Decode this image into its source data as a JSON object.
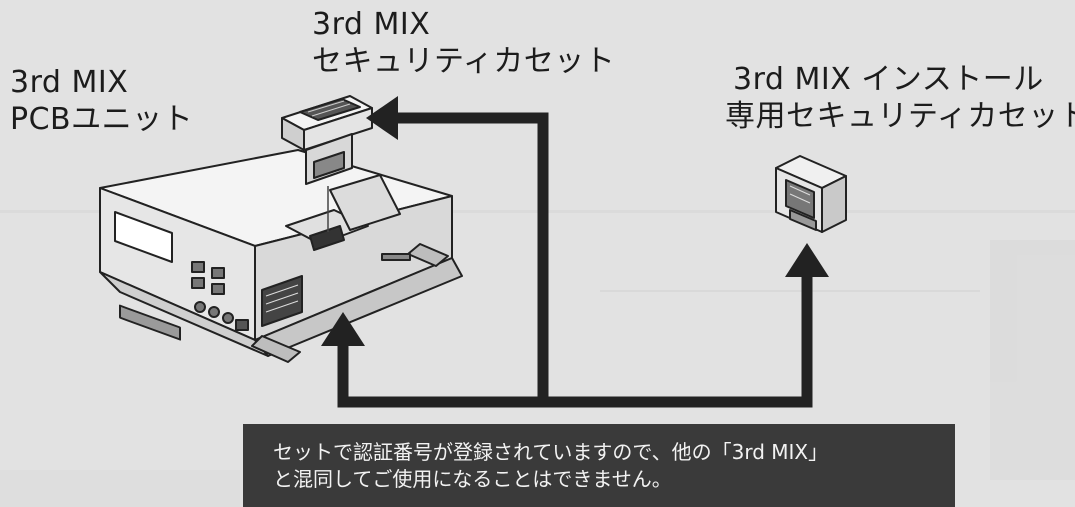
{
  "labels": {
    "pcb_unit": {
      "line1": "3rd MIX",
      "line2": "PCBユニット"
    },
    "security_cassette": {
      "line1": "3rd MIX",
      "line2": "セキュリティカセット"
    },
    "install_cassette": {
      "line1": "3rd MIX インストール",
      "line2": "専用セキュリティカセット"
    }
  },
  "notice": {
    "line1": "セットで認証番号が登録されていますので、他の「3rd MIX」",
    "line2": "と混同してご使用になることはできません。"
  },
  "colors": {
    "background": "#e2e2e2",
    "ink": "#1c1c1c",
    "arrow": "#222222",
    "notice_bg": "#3a3a3a",
    "notice_text": "#f2f2f2"
  }
}
